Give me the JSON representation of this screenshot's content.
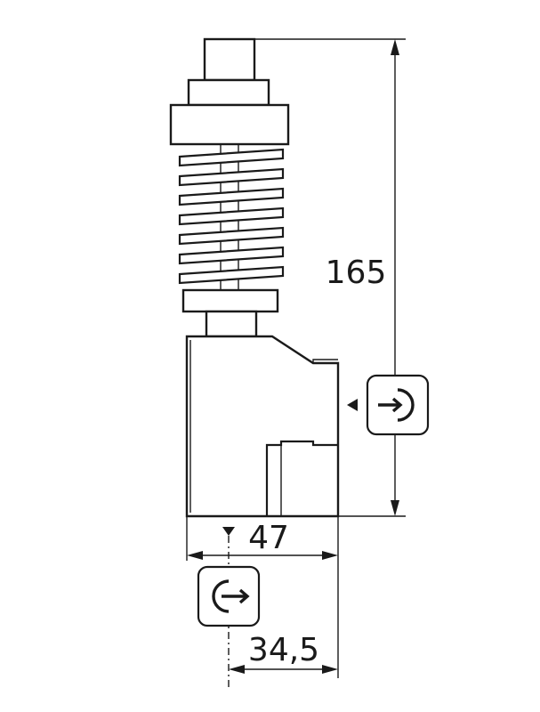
{
  "dimensions": {
    "height_label": "165",
    "width_label": "47",
    "offset_label": "34,5"
  },
  "icons": {
    "side_entry": "power-entry-right-icon",
    "bottom_entry": "power-entry-left-icon"
  },
  "colors": {
    "line": "#1a1a1a",
    "background": "#ffffff"
  }
}
